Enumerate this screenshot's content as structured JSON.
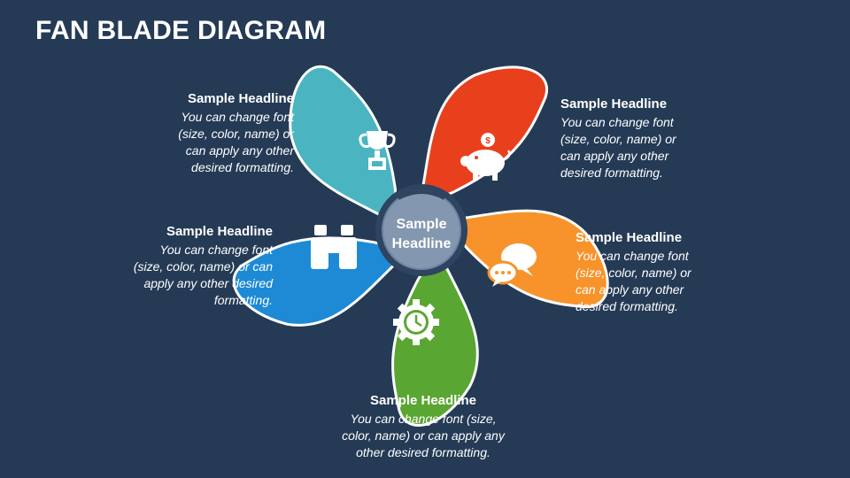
{
  "title": "FAN BLADE DIAGRAM",
  "center": {
    "line1": "Sample",
    "line2": "Headline"
  },
  "blades": [
    {
      "headline": "Sample Headline",
      "text": "You can change font (size, color, name) or can apply any other desired formatting.",
      "color": "#4ab5c1",
      "icon": "trophy-icon"
    },
    {
      "headline": "Sample Headline",
      "text": "You can change font (size, color, name) or can apply any other desired formatting.",
      "color": "#e8401c",
      "icon": "piggy-bank-icon"
    },
    {
      "headline": "Sample Headline",
      "text": "You can change font (size, color, name) or can apply any other desired formatting.",
      "color": "#f7932a",
      "icon": "chat-bubbles-icon"
    },
    {
      "headline": "Sample Headline",
      "text": "You can change font (size, color, name) or can apply any other desired formatting.",
      "color": "#5aa632",
      "icon": "gear-clock-icon"
    },
    {
      "headline": "Sample Headline",
      "text": "You can change font (size, color, name) or can apply any other desired formatting.",
      "color": "#1e8ad6",
      "icon": "binoculars-icon"
    }
  ],
  "colors": {
    "background": "#253a55",
    "hub": "#8497b0",
    "hub_ring": "#2e4460"
  }
}
